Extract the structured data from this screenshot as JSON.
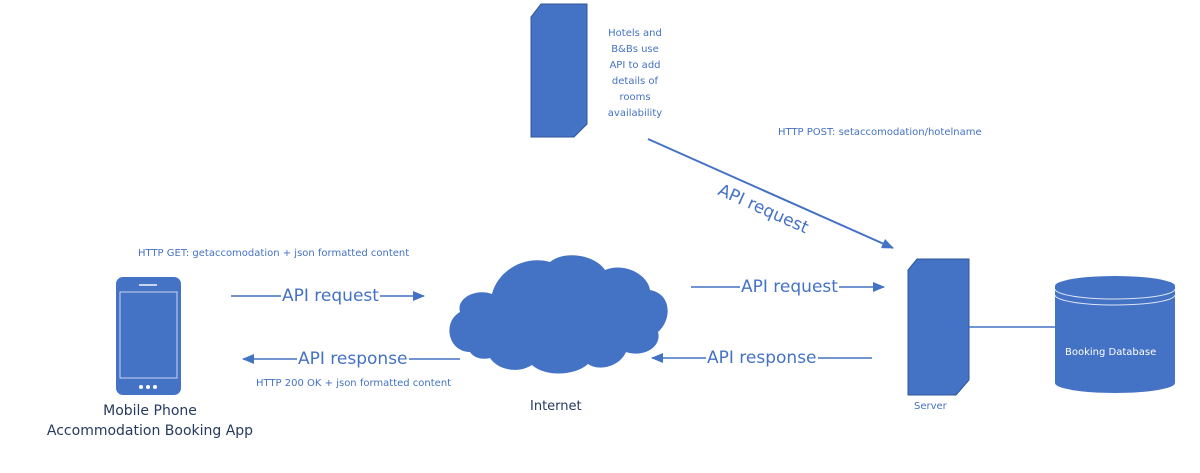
{
  "colors": {
    "shape_fill": "#4472c4",
    "shape_stroke": "#2f5597",
    "label_blue": "#4472c4",
    "label_dark": "#243a5e",
    "white": "#ffffff"
  },
  "hotel_client": {
    "icon": "client-tower-icon",
    "note_lines": [
      "Hotels and",
      "B&Bs use",
      "API to add",
      "details of",
      "rooms",
      "availability"
    ]
  },
  "post_request": {
    "http_label": "HTTP POST: setaccomodation/hotelname",
    "arrow_label": "API request"
  },
  "mobile": {
    "icon": "mobile-phone-icon",
    "caption_line1": "Mobile Phone",
    "caption_line2": "Accommodation Booking App",
    "get_label": "HTTP GET: getaccomodation + json formatted content",
    "request_label": "API request",
    "response_label": "API response",
    "ok_label": "HTTP 200 OK + json formatted content"
  },
  "internet": {
    "icon": "cloud-icon",
    "caption": "Internet"
  },
  "server": {
    "icon": "server-tower-icon",
    "caption": "Server",
    "request_label": "API request",
    "response_label": "API response"
  },
  "database": {
    "icon": "database-cylinder-icon",
    "label": "Booking Database"
  }
}
